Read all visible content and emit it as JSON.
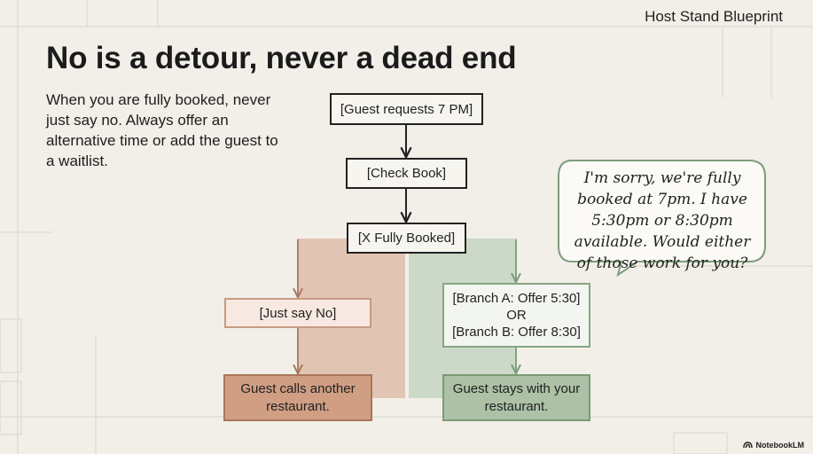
{
  "header": {
    "brand": "Host Stand Blueprint"
  },
  "slide": {
    "title": "No is a detour, never a dead end",
    "intro": "When you are fully booked, never just say no. Always offer an alternative time or add the guest to a waitlist."
  },
  "flow": {
    "request": "[Guest requests 7 PM]",
    "check": "[Check Book]",
    "booked": "[X Fully Booked]",
    "bad_path": {
      "action": "[Just say No]",
      "outcome": "Guest calls another restaurant."
    },
    "good_path": {
      "branch_a": "[Branch A: Offer 5:30]",
      "or": "OR",
      "branch_b": "[Branch B: Offer 8:30]",
      "outcome": "Guest stays with your restaurant."
    }
  },
  "quote": "I'm sorry, we're fully booked at 7pm. I have 5:30pm or 8:30pm available. Would either of those work for you?",
  "footer": {
    "logo_text": "NotebookLM",
    "logo_icon": "notebooklm-logo-icon"
  },
  "colors": {
    "background": "#f1efe8",
    "bad_band": "#e2c4b4",
    "bad_outcome": "#cf9e83",
    "good_band": "#ccd8c8",
    "good_outcome": "#acc1a6",
    "ink": "#222222"
  }
}
